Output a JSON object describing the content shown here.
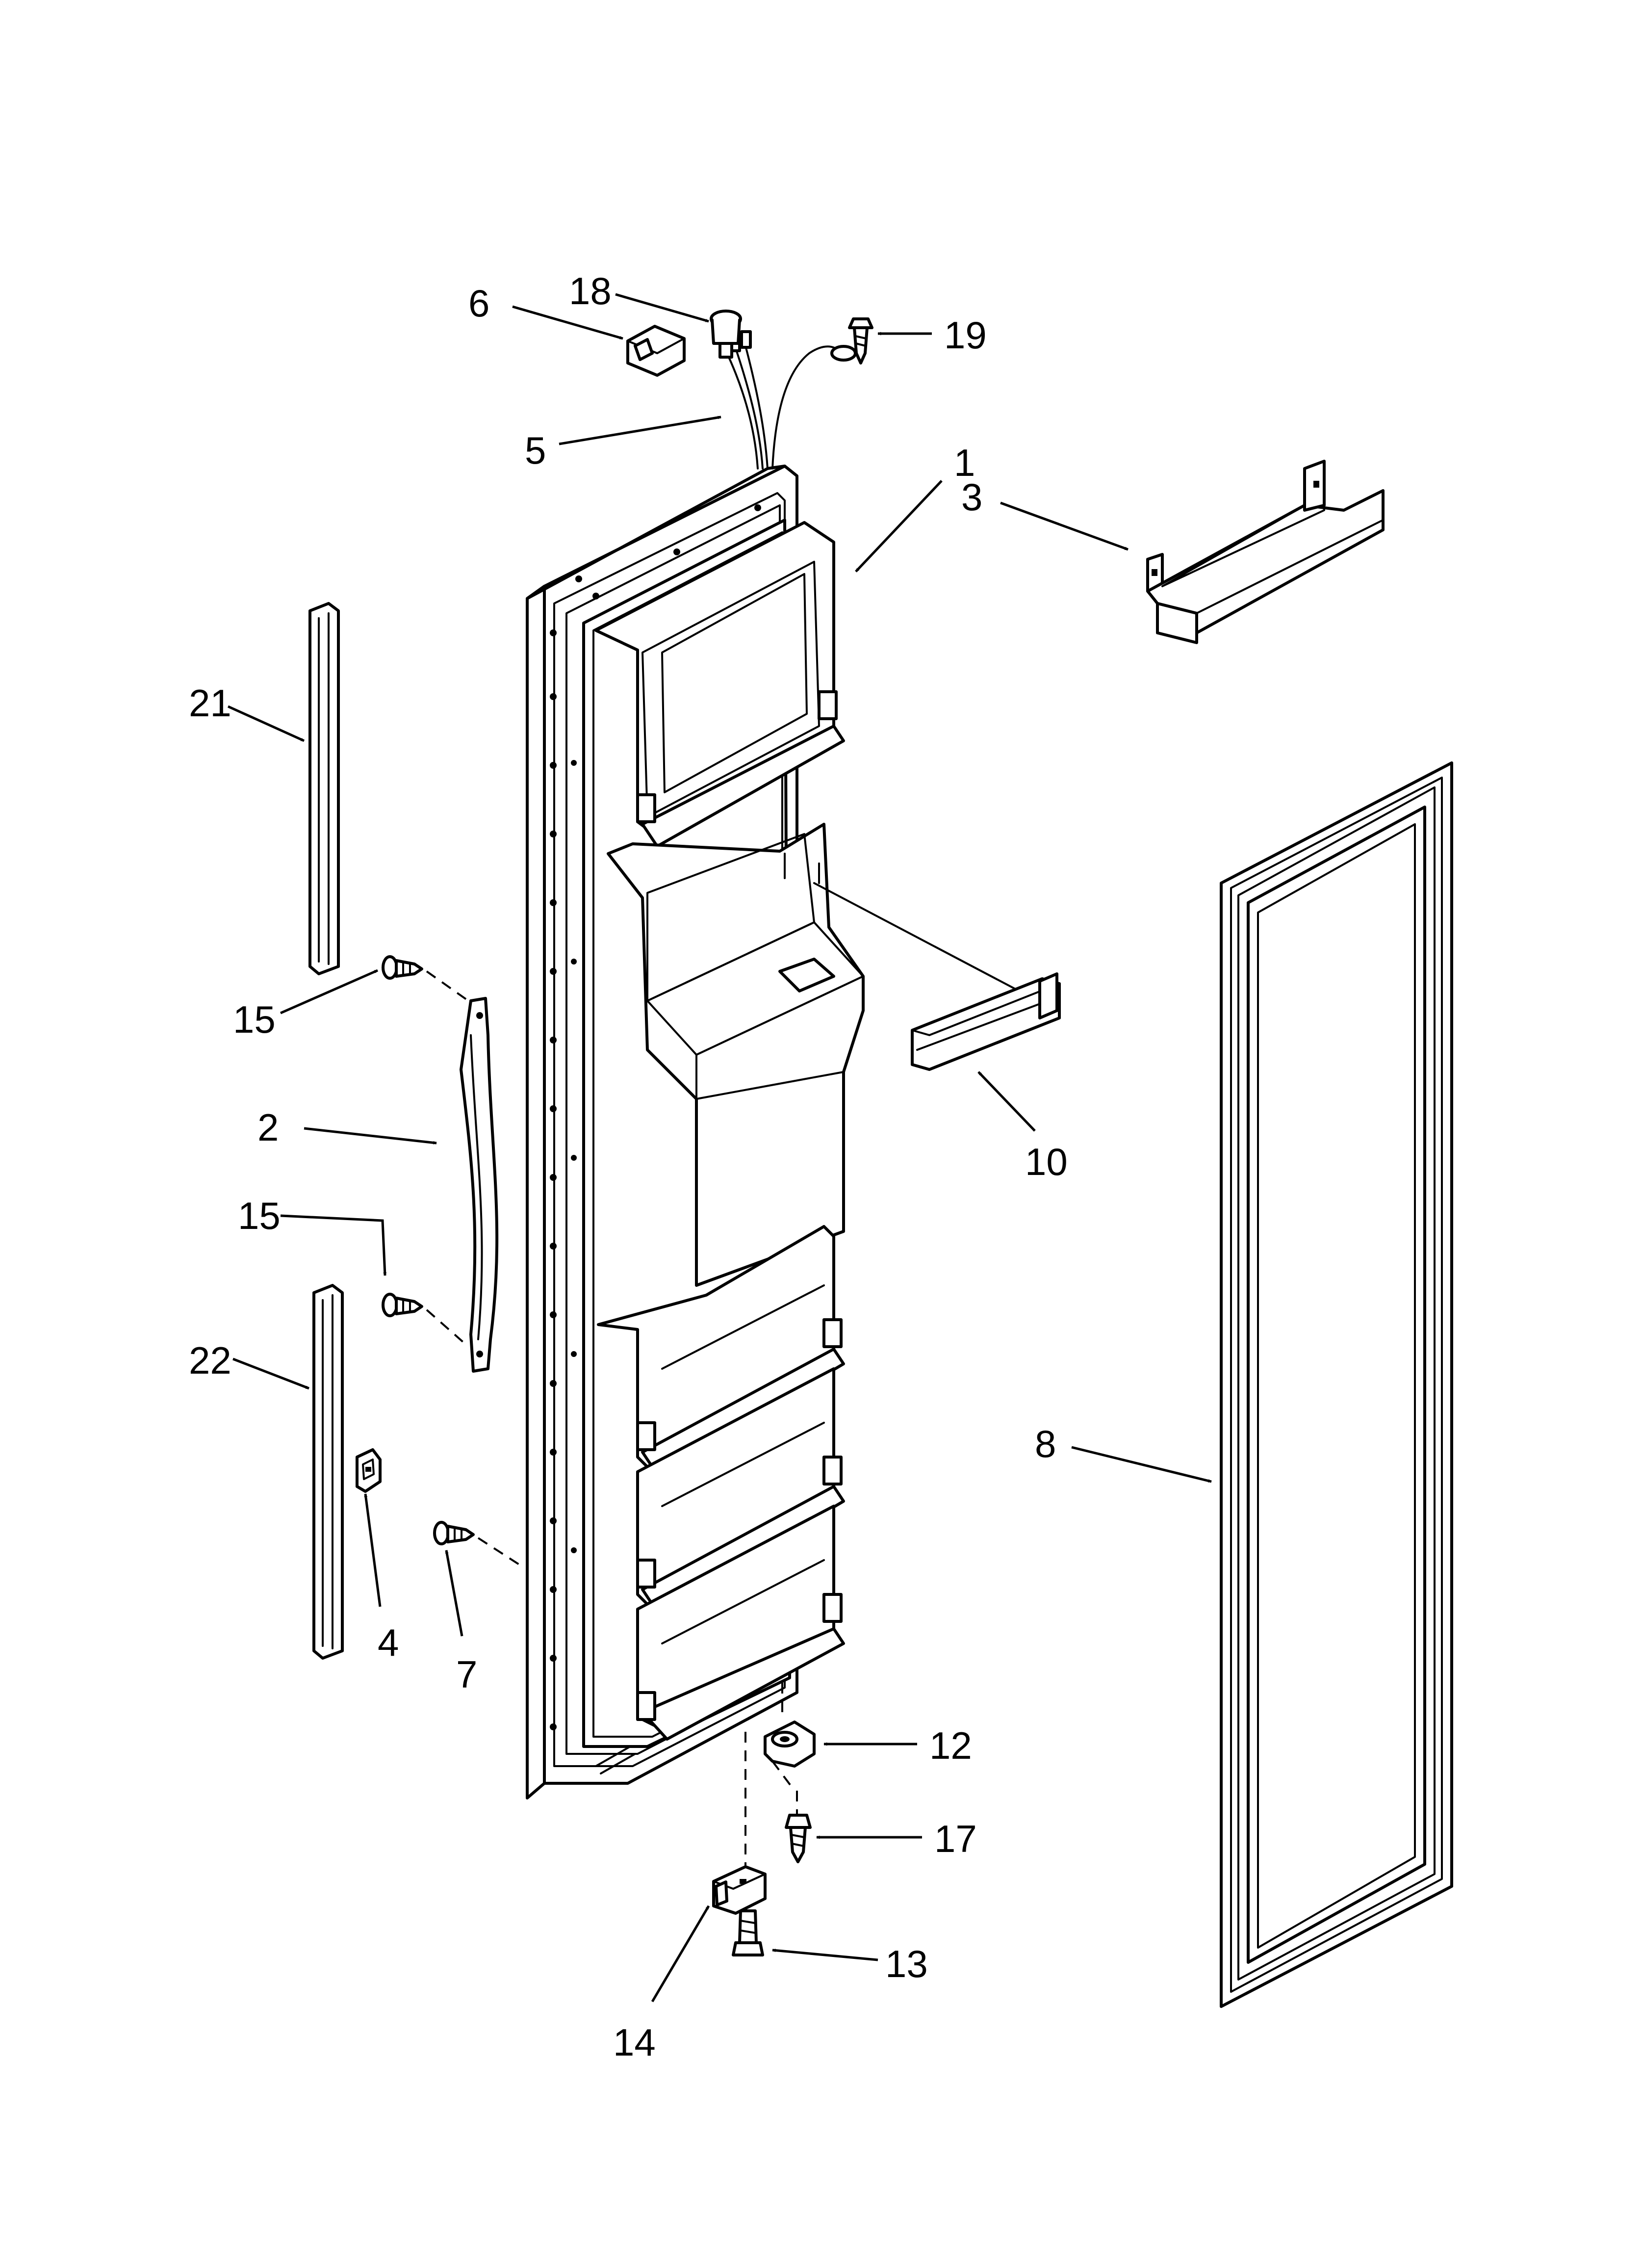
{
  "diagram": {
    "type": "exploded-parts-view",
    "callouts": [
      {
        "id": "c1",
        "label": "1"
      },
      {
        "id": "c2",
        "label": "2"
      },
      {
        "id": "c3",
        "label": "3"
      },
      {
        "id": "c4",
        "label": "4"
      },
      {
        "id": "c5",
        "label": "5"
      },
      {
        "id": "c6",
        "label": "6"
      },
      {
        "id": "c7",
        "label": "7"
      },
      {
        "id": "c8",
        "label": "8"
      },
      {
        "id": "c10",
        "label": "10"
      },
      {
        "id": "c12",
        "label": "12"
      },
      {
        "id": "c13",
        "label": "13"
      },
      {
        "id": "c14",
        "label": "14"
      },
      {
        "id": "c15a",
        "label": "15"
      },
      {
        "id": "c15b",
        "label": "15"
      },
      {
        "id": "c17",
        "label": "17"
      },
      {
        "id": "c18",
        "label": "18"
      },
      {
        "id": "c19",
        "label": "19"
      },
      {
        "id": "c21",
        "label": "21"
      },
      {
        "id": "c22",
        "label": "22"
      }
    ]
  }
}
